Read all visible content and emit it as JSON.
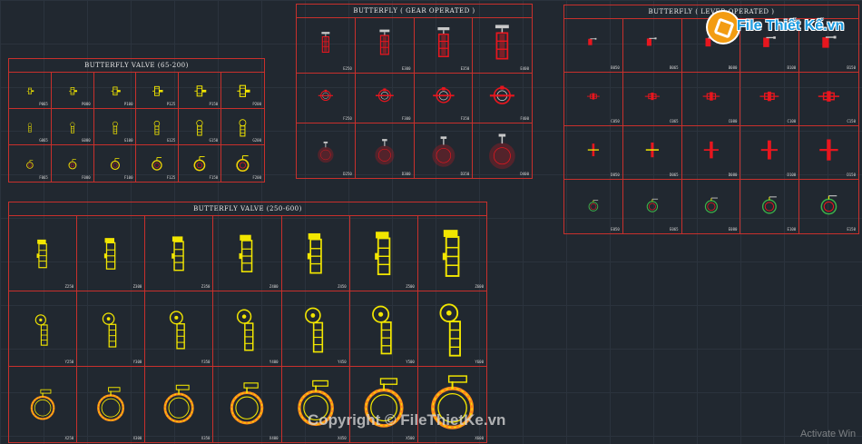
{
  "colors": {
    "background": "#212830",
    "border": "#c8302c",
    "valve_yellow": "#f2e600",
    "valve_red": "#e8161e",
    "valve_orange": "#ff8a1a",
    "valve_green": "#3cb34a",
    "valve_grey": "#c9c9c9"
  },
  "panels": [
    {
      "id": "bv-65-200",
      "title": "BUTTERFLY VALVE (65-200)",
      "style": "yellow",
      "rows": [
        {
          "kind": "side",
          "labels": [
            "P065",
            "P080",
            "P100",
            "P125",
            "P150",
            "P200"
          ]
        },
        {
          "kind": "gear",
          "labels": [
            "G065",
            "G080",
            "G100",
            "G125",
            "G150",
            "G200"
          ]
        },
        {
          "kind": "front",
          "labels": [
            "F065",
            "F080",
            "F100",
            "F125",
            "F150",
            "F200"
          ]
        }
      ]
    },
    {
      "id": "bf-gear",
      "title": "BUTTERFLY ( GEAR OPERATED )",
      "style": "red",
      "rows": [
        {
          "kind": "stem",
          "labels": [
            "E250",
            "E300",
            "E350",
            "E400"
          ]
        },
        {
          "kind": "disc",
          "labels": [
            "F250",
            "F300",
            "F350",
            "F400"
          ]
        },
        {
          "kind": "wheel",
          "labels": [
            "D250",
            "D300",
            "D350",
            "D400"
          ]
        }
      ]
    },
    {
      "id": "bf-lever",
      "title": "BUTTERFLY ( LEVER OPERATED )",
      "style": "red",
      "rows": [
        {
          "kind": "lever",
          "labels": [
            "B050",
            "B065",
            "B080",
            "B100",
            "B150"
          ]
        },
        {
          "kind": "body",
          "labels": [
            "C050",
            "C065",
            "C080",
            "C100",
            "C150"
          ]
        },
        {
          "kind": "tee",
          "labels": [
            "D050",
            "D065",
            "D080",
            "D100",
            "D150"
          ]
        },
        {
          "kind": "ring",
          "labels": [
            "E050",
            "E065",
            "E080",
            "E100",
            "E150"
          ]
        }
      ]
    },
    {
      "id": "bv-250-600",
      "title": "BUTTERFLY VALVE (250-600)",
      "style": "yellow",
      "rows": [
        {
          "kind": "tall",
          "labels": [
            "Z250",
            "Z300",
            "Z350",
            "Z400",
            "Z450",
            "Z500",
            "Z600"
          ]
        },
        {
          "kind": "wheeltall",
          "labels": [
            "Y250",
            "Y300",
            "Y350",
            "Y400",
            "Y450",
            "Y500",
            "Y600"
          ]
        },
        {
          "kind": "flange",
          "labels": [
            "X250",
            "X300",
            "X350",
            "X400",
            "X450",
            "X500",
            "X600"
          ]
        }
      ]
    }
  ],
  "watermark": "Copyright © FileThietKe.vn",
  "logo": "File Thiết Kế.vn",
  "activation": "Activate Win"
}
